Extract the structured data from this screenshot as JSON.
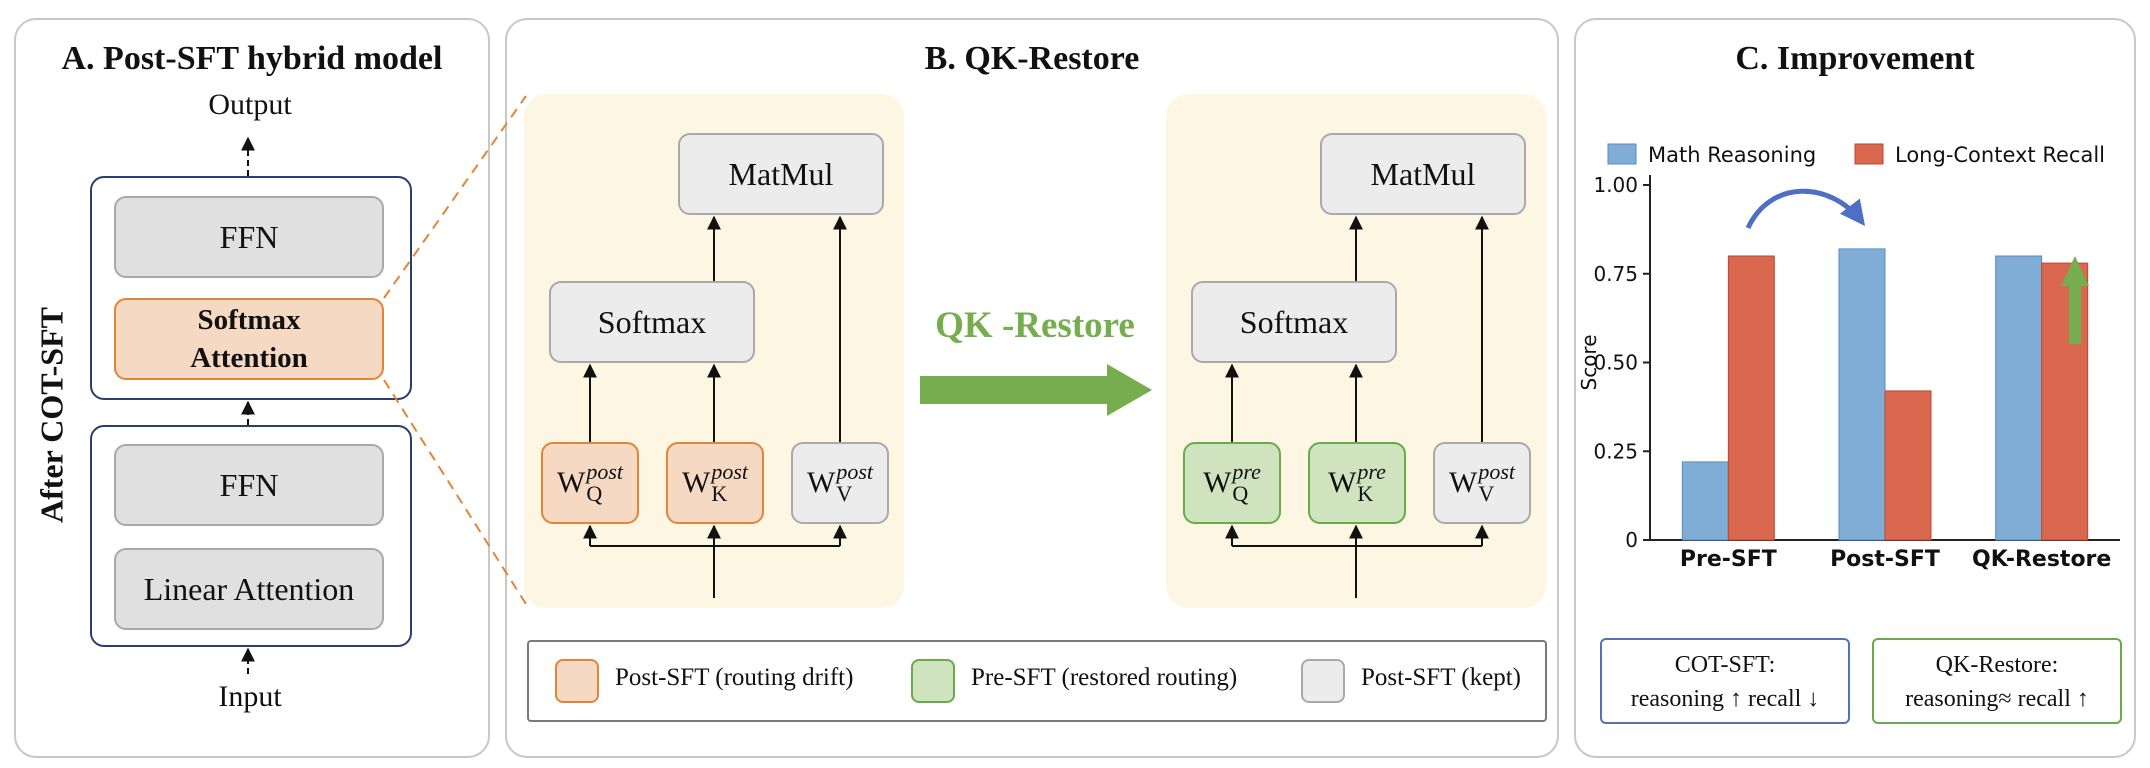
{
  "panel_a": {
    "title": "A. Post-SFT hybrid model",
    "output": "Output",
    "input": "Input",
    "side_label": "After COT-SFT",
    "ffn_top": "FFN",
    "softmax_attention": "Softmax Attention",
    "ffn_bottom": "FFN",
    "linear_attention": "Linear Attention"
  },
  "panel_b": {
    "title": "B. QK-Restore",
    "left": {
      "matmul": "MatMul",
      "softmax": "Softmax",
      "wq": {
        "base": "W",
        "sup": "post",
        "sub": "Q"
      },
      "wk": {
        "base": "W",
        "sup": "post",
        "sub": "K"
      },
      "wv": {
        "base": "W",
        "sup": "post",
        "sub": "V"
      }
    },
    "arrow_label": "QK -Restore",
    "right": {
      "matmul": "MatMul",
      "softmax": "Softmax",
      "wq": {
        "base": "W",
        "sup": "pre",
        "sub": "Q"
      },
      "wk": {
        "base": "W",
        "sup": "pre",
        "sub": "K"
      },
      "wv": {
        "base": "W",
        "sup": "post",
        "sub": "V"
      }
    },
    "legend": [
      {
        "label": "Post-SFT (routing drift)",
        "color": "#f5d9c3"
      },
      {
        "label": "Pre-SFT (restored routing)",
        "color": "#cfe3bf"
      },
      {
        "label": "Post-SFT (kept)",
        "color": "#ececec"
      }
    ]
  },
  "panel_c": {
    "title": "C. Improvement",
    "note_left": {
      "line1": "COT-SFT:",
      "line2": "reasoning ↑  recall ↓"
    },
    "note_right": {
      "line1": "QK-Restore:",
      "line2": "reasoning≈  recall ↑"
    }
  },
  "chart_data": {
    "type": "bar",
    "categories": [
      "Pre-SFT",
      "Post-SFT",
      "QK-Restore"
    ],
    "series": [
      {
        "name": "Math Reasoning",
        "values": [
          0.22,
          0.82,
          0.8
        ],
        "color": "#7fadd6"
      },
      {
        "name": "Long-Context Recall",
        "values": [
          0.8,
          0.42,
          0.78
        ],
        "color": "#d9684e"
      }
    ],
    "ylabel": "Score",
    "ylim": [
      0,
      1.0
    ],
    "yticks": [
      "0",
      "0.25",
      "0.50",
      "0.75",
      "1.00"
    ],
    "ytick_values": [
      0,
      0.25,
      0.5,
      0.75,
      1.0
    ],
    "legend_position": "top",
    "grid": false
  }
}
